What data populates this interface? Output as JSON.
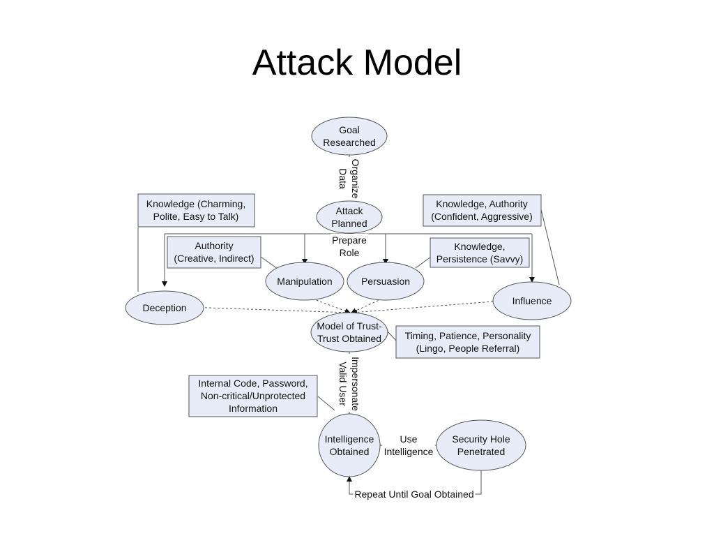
{
  "slide": {
    "title": "Attack Model"
  },
  "colors": {
    "node_fill": "#e8ecf8",
    "stroke": "#555555",
    "text": "#111111"
  },
  "nodes": {
    "goal_researched": [
      "Goal",
      "Researched"
    ],
    "attack_planned": [
      "Attack",
      "Planned"
    ],
    "manipulation": [
      "Manipulation"
    ],
    "persuasion": [
      "Persuasion"
    ],
    "deception": [
      "Deception"
    ],
    "influence": [
      "Influence"
    ],
    "model_of_trust": [
      "Model of Trust-",
      "Trust Obtained"
    ],
    "intelligence_obtained": [
      "Intelligence",
      "Obtained"
    ],
    "security_hole": [
      "Security Hole",
      "Penetrated"
    ]
  },
  "boxes": {
    "knowledge_charming": [
      "Knowledge (Charming,",
      "Polite, Easy to Talk)"
    ],
    "knowledge_authority": [
      "Knowledge, Authority",
      "(Confident, Aggressive)"
    ],
    "authority_creative": [
      "Authority",
      "(Creative, Indirect)"
    ],
    "knowledge_persistence": [
      "Knowledge,",
      "Persistence (Savvy)"
    ],
    "timing_patience": [
      "Timing, Patience, Personality",
      "(Lingo, People Referral)"
    ],
    "internal_code": [
      "Internal Code, Password,",
      "Non-critical/Unprotected",
      "Information"
    ]
  },
  "edge_labels": {
    "organize_data": [
      "Organize",
      "Data"
    ],
    "prepare_role": [
      "Prepare",
      "Role"
    ],
    "impersonate": [
      "Impersonate",
      "Valid User"
    ],
    "use_intelligence": [
      "Use",
      "Intelligence"
    ],
    "repeat": [
      "Repeat Until Goal Obtained"
    ]
  }
}
